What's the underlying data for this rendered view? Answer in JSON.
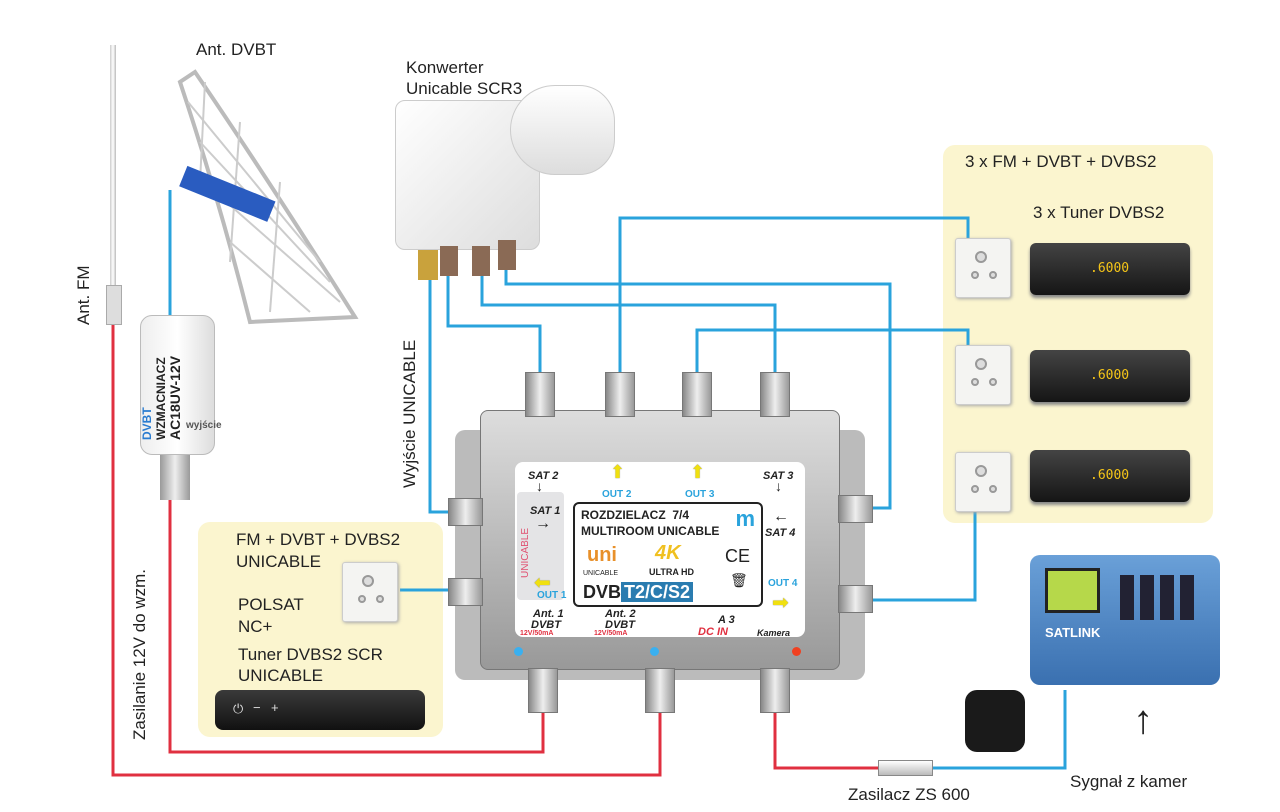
{
  "labels": {
    "ant_dvbt": "Ant. DVBT",
    "konwerter": "Konwerter",
    "konwerter_model": "Unicable SCR3",
    "ant_fm": "Ant. FM",
    "wyjscie_unicable": "Wyjście UNICABLE",
    "zasilanie": "Zasilanie 12V do wzm.",
    "zasilacz": "Zasilacz ZS 600",
    "sygnal": "Sygnał z kamer"
  },
  "right_panel": {
    "title": "3 x  FM + DVBT + DVBS2",
    "subtitle": "3 x Tuner DVBS2",
    "receiver_display": ".6000"
  },
  "left_panel": {
    "line1": "FM + DVBT + DVBS2",
    "line2": "UNICABLE",
    "line3": "POLSAT",
    "line4": "NC+",
    "line5": "Tuner DVBS2 SCR",
    "line6": "UNICABLE"
  },
  "amplifier": {
    "brand": "DVBT",
    "name": "WZMACNIACZ",
    "model": "AC18UV-12V",
    "output": "wyjście"
  },
  "switch": {
    "sat1": "SAT 1",
    "sat2": "SAT 2",
    "sat3": "SAT 3",
    "sat4": "SAT 4",
    "out1": "OUT 1",
    "out2": "OUT 2",
    "out3": "OUT 3",
    "out4": "OUT 4",
    "unicable_side": "UNICABLE",
    "title": "ROZDZIELACZ  7/4",
    "subtitle": "MULTIROOM UNICABLE",
    "uni_logo": "UNICABLE",
    "k4": "4K",
    "ultra": "ULTRA HD",
    "ce": "CE",
    "dvb": "DVB",
    "dvb_std": "T2/C/S2",
    "ant1": "Ant. 1",
    "ant2": "Ant. 2",
    "dvbt": "DVBT",
    "power": "12V/50mA",
    "a3": "A 3",
    "dcin": "DC IN",
    "kamera": "Kamera"
  },
  "satlink": {
    "brand": "SATLINK"
  },
  "colors": {
    "cable_sat": "#2aa3dc",
    "cable_power": "#e03040",
    "panel": "#fbf5cf"
  }
}
